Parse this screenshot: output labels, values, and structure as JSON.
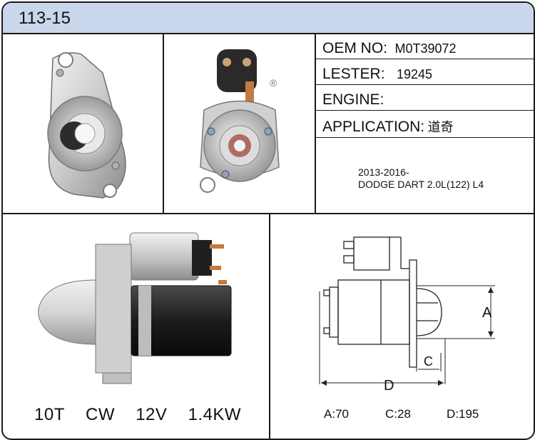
{
  "header": {
    "code": "113-15"
  },
  "specs_table": {
    "oem_label": "OEM NO:",
    "oem_value": "M0T39072",
    "lester_label": "LESTER:",
    "lester_value": "19245",
    "engine_label": "ENGINE:",
    "engine_value": "",
    "application_label": "APPLICATION:",
    "application_value": "道奇",
    "application_years": "2013-2016-",
    "application_model": "DODGE DART 2.0L(122) L4"
  },
  "registered_mark": "®",
  "bottom_specs": {
    "teeth": "10T",
    "rotation": "CW",
    "voltage": "12V",
    "power": "1.4KW"
  },
  "dimensions": {
    "a_label": "A:",
    "a_value": "70",
    "c_label": "C:",
    "c_value": "28",
    "d_label": "D:",
    "d_value": "195",
    "drawing_a": "A",
    "drawing_c": "C",
    "drawing_d": "D"
  },
  "icons": [
    "starter-rear-view-image",
    "starter-front-view-image",
    "starter-side-view-image",
    "dimension-drawing"
  ]
}
